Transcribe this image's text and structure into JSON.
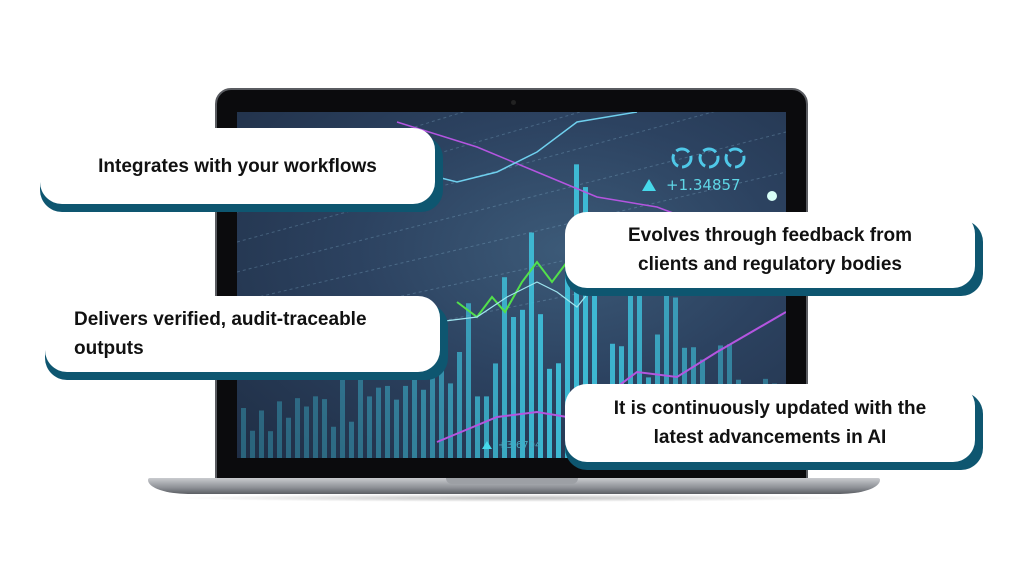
{
  "screen": {
    "readout_top": "+1.34857",
    "readout_bottom": "+3.6704"
  },
  "callouts": [
    {
      "lines": [
        "Integrates with your workflows"
      ]
    },
    {
      "lines": [
        "Evolves through feedback from",
        "clients and regulatory bodies"
      ]
    },
    {
      "lines": [
        "Delivers verified, audit-traceable",
        "outputs"
      ]
    },
    {
      "lines": [
        "It is continuously updated with the",
        "latest advancements in AI"
      ]
    }
  ],
  "colors": {
    "callout_shadow": "#0e5670",
    "bars": "#3fc6e0",
    "line_purple": "#b455e0",
    "line_green": "#52e04a"
  }
}
